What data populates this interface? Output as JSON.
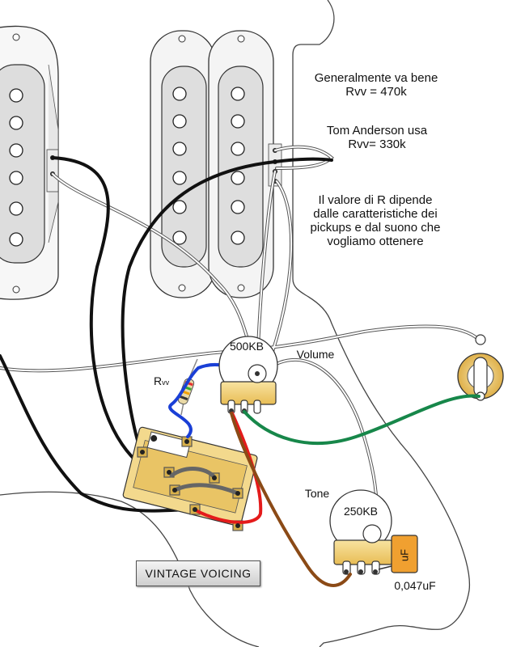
{
  "notes": {
    "general_line1": "Generalmente va bene",
    "general_line2": "Rvv = 470k",
    "ta_line1": "Tom Anderson usa",
    "ta_line2": "Rvv= 330k",
    "r_line1": "Il valore di R dipende",
    "r_line2": "dalle caratteristiche dei",
    "r_line3": "pickups e dal suono che",
    "r_line4": "vogliamo ottenere"
  },
  "components": {
    "volume_pot_value": "500KB",
    "volume_label": "Volume",
    "tone_label": "Tone",
    "tone_pot_value": "250KB",
    "capacitor_unit": "uF",
    "capacitor_value": "0,047uF",
    "resistor_label_main": "R",
    "resistor_label_sub": "vv"
  },
  "badge": {
    "vintage_voicing": "VINTAGE VOICING"
  },
  "colors": {
    "black_wire": "#111111",
    "white_wire": "#ffffff",
    "blue_wire": "#1a3fd6",
    "red_wire": "#e41b1b",
    "brown_wire": "#8b4a16",
    "green_wire": "#17874a",
    "grey_wire": "#6e6e6e",
    "pot_body": "#f2d27a",
    "capacitor": "#f0a030"
  }
}
